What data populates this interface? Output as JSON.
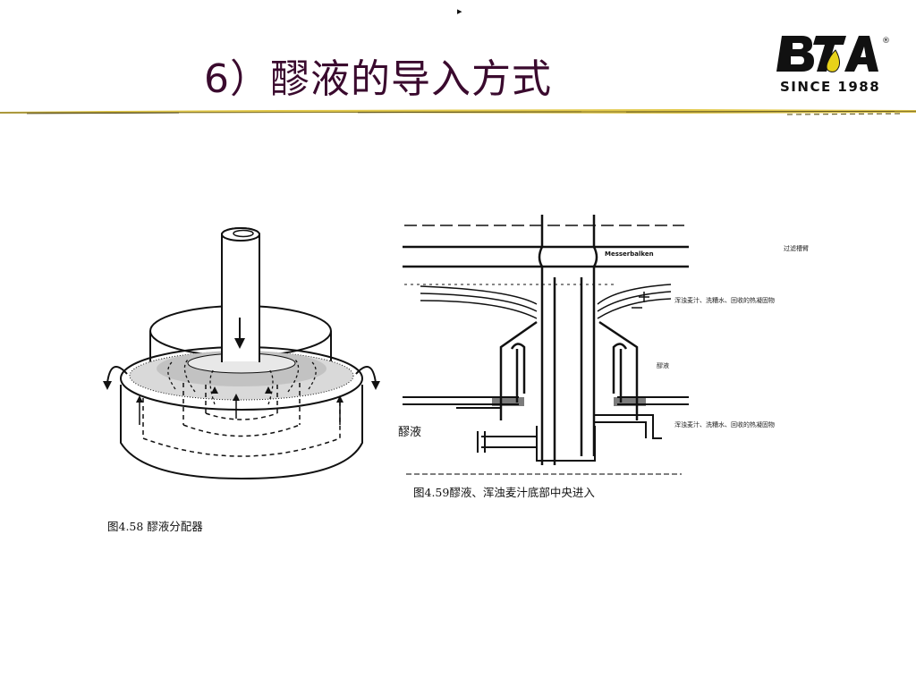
{
  "nav": {
    "marker": "▸"
  },
  "slide": {
    "title": "6）醪液的导入方式"
  },
  "brand": {
    "letters": "BTA",
    "registered": "®",
    "since": "SINCE 1988",
    "accent_color": "#e8d21a"
  },
  "theme": {
    "title_color": "#3a0a2e",
    "rule_color": "#e2c94b"
  },
  "figures": {
    "left": {
      "caption": "图4.58   醪液分配器",
      "icon": "mash-distributor-diagram"
    },
    "right": {
      "caption": "图4.59醪液、浑浊麦汁底部中央进入",
      "icon": "lauter-tun-central-inlet-diagram",
      "mash_label": "醪液",
      "embedded_text": {
        "messerbalken": "Messerbalken"
      },
      "annotations": {
        "trough": "过滤槽臂",
        "wort_inlet_upper": "浑浊麦汁、洗糟水、回收的热凝固物",
        "mash": "醪液",
        "wort_inlet_lower": "浑浊麦汁、洗糟水、回收的热凝固物"
      }
    }
  }
}
